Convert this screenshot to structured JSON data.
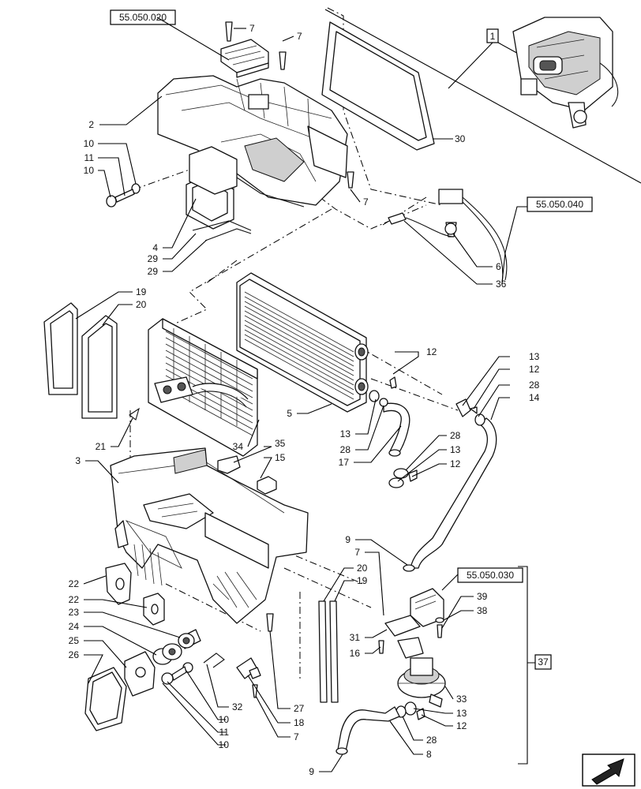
{
  "references": {
    "top": "55.050.020",
    "wiring": "55.050.040",
    "valve": "55.050.030",
    "locator": "1",
    "assembly": "37"
  },
  "callouts": [
    {
      "id": "c2",
      "text": "2"
    },
    {
      "id": "c10a",
      "text": "10"
    },
    {
      "id": "c11a",
      "text": "11"
    },
    {
      "id": "c10b",
      "text": "10"
    },
    {
      "id": "c4",
      "text": "4"
    },
    {
      "id": "c29a",
      "text": "29"
    },
    {
      "id": "c29b",
      "text": "29"
    },
    {
      "id": "c7a",
      "text": "7"
    },
    {
      "id": "c7b",
      "text": "7"
    },
    {
      "id": "c30",
      "text": "30"
    },
    {
      "id": "c7c",
      "text": "7"
    },
    {
      "id": "c6",
      "text": "6"
    },
    {
      "id": "c36",
      "text": "36"
    },
    {
      "id": "c19a",
      "text": "19"
    },
    {
      "id": "c20a",
      "text": "20"
    },
    {
      "id": "c21",
      "text": "21"
    },
    {
      "id": "c3",
      "text": "3"
    },
    {
      "id": "c34",
      "text": "34"
    },
    {
      "id": "c35",
      "text": "35"
    },
    {
      "id": "c15",
      "text": "15"
    },
    {
      "id": "c5",
      "text": "5"
    },
    {
      "id": "c12a",
      "text": "12"
    },
    {
      "id": "c13a",
      "text": "13"
    },
    {
      "id": "c28a",
      "text": "28"
    },
    {
      "id": "c17",
      "text": "17"
    },
    {
      "id": "c13b",
      "text": "13"
    },
    {
      "id": "c12b",
      "text": "12"
    },
    {
      "id": "c28b",
      "text": "28"
    },
    {
      "id": "c14",
      "text": "14"
    },
    {
      "id": "c28c",
      "text": "28"
    },
    {
      "id": "c13c",
      "text": "13"
    },
    {
      "id": "c12c",
      "text": "12"
    },
    {
      "id": "c22a",
      "text": "22"
    },
    {
      "id": "c22b",
      "text": "22"
    },
    {
      "id": "c23",
      "text": "23"
    },
    {
      "id": "c24",
      "text": "24"
    },
    {
      "id": "c25",
      "text": "25"
    },
    {
      "id": "c26",
      "text": "26"
    },
    {
      "id": "c32",
      "text": "32"
    },
    {
      "id": "c10c",
      "text": "10"
    },
    {
      "id": "c11b",
      "text": "11"
    },
    {
      "id": "c10d",
      "text": "10"
    },
    {
      "id": "c27",
      "text": "27"
    },
    {
      "id": "c18",
      "text": "18"
    },
    {
      "id": "c7d",
      "text": "7"
    },
    {
      "id": "c20b",
      "text": "20"
    },
    {
      "id": "c19b",
      "text": "19"
    },
    {
      "id": "c9a",
      "text": "9"
    },
    {
      "id": "c7e",
      "text": "7"
    },
    {
      "id": "c31",
      "text": "31"
    },
    {
      "id": "c16",
      "text": "16"
    },
    {
      "id": "c39",
      "text": "39"
    },
    {
      "id": "c38",
      "text": "38"
    },
    {
      "id": "c33",
      "text": "33"
    },
    {
      "id": "c13d",
      "text": "13"
    },
    {
      "id": "c12d",
      "text": "12"
    },
    {
      "id": "c28d",
      "text": "28"
    },
    {
      "id": "c8",
      "text": "8"
    },
    {
      "id": "c9b",
      "text": "9"
    }
  ]
}
